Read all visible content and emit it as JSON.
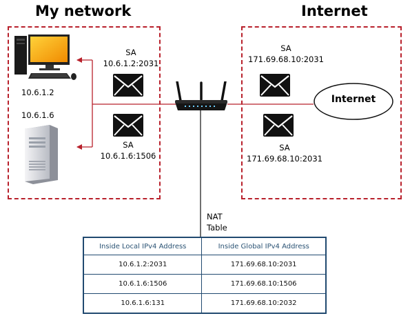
{
  "zones": {
    "my_network_title": "My network",
    "internet_title": "Internet"
  },
  "hosts": {
    "pc_ip": "10.6.1.2",
    "server_ip": "10.6.1.6"
  },
  "packets": {
    "left_top": {
      "label": "SA",
      "address": "10.6.1.2:2031"
    },
    "left_bottom": {
      "label": "SA",
      "address": "10.6.1.6:1506"
    },
    "right_top": {
      "label": "SA",
      "address": "171.69.68.10:2031"
    },
    "right_bottom": {
      "label": "SA",
      "address": "171.69.68.10:2031"
    }
  },
  "cloud": {
    "label": "Internet"
  },
  "nat": {
    "label_line1": "NAT",
    "label_line2": "Table",
    "headers": [
      "Inside Local IPv4 Address",
      "Inside Global IPv4 Address"
    ],
    "rows": [
      [
        "10.6.1.2:2031",
        "171.69.68.10:2031"
      ],
      [
        "10.6.1.6:1506",
        "171.69.68.10:1506"
      ],
      [
        "10.6.1.6:131",
        "171.69.68.10:2032"
      ]
    ]
  },
  "colors": {
    "dash_border": "#b8202b",
    "link_line": "#b8202b",
    "table_border": "#20496f"
  },
  "icons": [
    "desktop-pc-icon",
    "server-tower-icon",
    "router-icon",
    "envelope-icon",
    "cloud-icon"
  ]
}
